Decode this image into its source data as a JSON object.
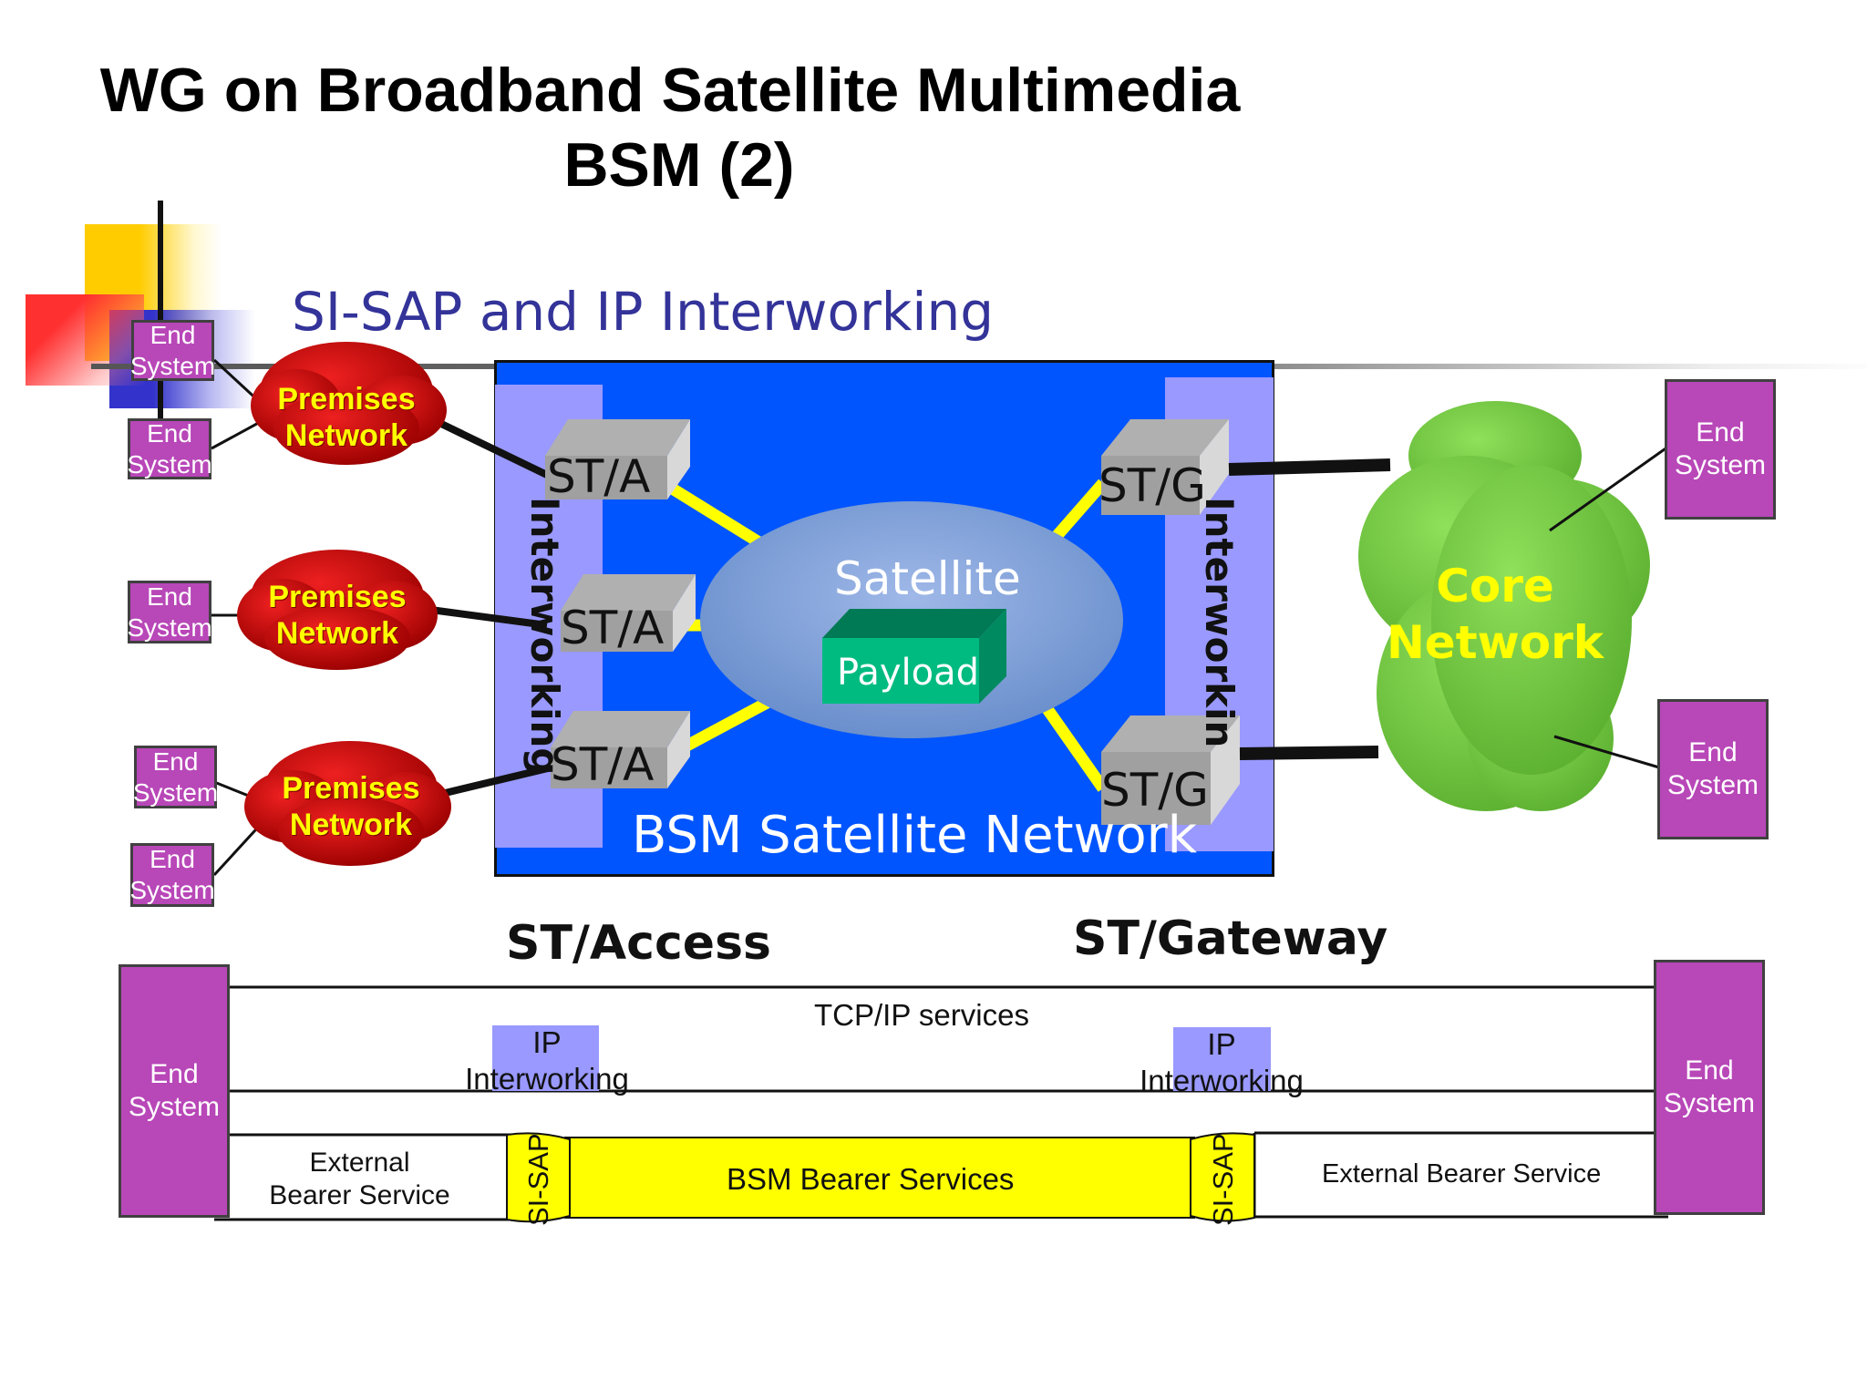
{
  "title": {
    "line1": "WG on Broadband Satellite Multimedia",
    "line2": "BSM (2)"
  },
  "subtitle": "SI-SAP and IP Interworking",
  "end_system_label": "End\nSystem",
  "left_end_systems": [
    "End System",
    "End System",
    "End System",
    "End System",
    "End System"
  ],
  "premises_networks": [
    {
      "line1": "Premises",
      "line2": "Network"
    },
    {
      "line1": "Premises",
      "line2": "Network"
    },
    {
      "line1": "Premises",
      "line2": "Network"
    }
  ],
  "bsm_network": {
    "label": "BSM Satellite Network",
    "interworking_left": "Interworking",
    "interworking_right": "Interworkin",
    "st_a": [
      "ST/A",
      "ST/A",
      "ST/A"
    ],
    "st_g": [
      "ST/G",
      "ST/G"
    ],
    "satellite": "Satellite",
    "payload": "Payload"
  },
  "core_network": {
    "line1": "Core",
    "line2": "Network"
  },
  "right_end_systems": [
    "End System",
    "End System"
  ],
  "protocol": {
    "st_access": "ST/Access",
    "st_gateway": "ST/Gateway",
    "tcpip": "TCP/IP services",
    "ip_interworking_left": {
      "line1": "IP",
      "line2": "Interworking"
    },
    "ip_interworking_right": {
      "line1": "IP",
      "line2": "Interworking"
    },
    "external_left": {
      "line1": "External",
      "line2": "Bearer Service"
    },
    "bsm_bearer": "BSM Bearer Services",
    "si_sap_left": "SI-SAP",
    "si_sap_right": "SI-SAP",
    "external_right": "External Bearer Service",
    "end_left": {
      "line1": "End",
      "line2": "System"
    },
    "end_right": {
      "line1": "End",
      "line2": "System"
    }
  },
  "colors": {
    "bsm_blue": "#0055ff",
    "interworking_band": "#9999ff",
    "end_system": "#b847b8",
    "premises_red": "#cc0000",
    "core_green": "#77cc44",
    "link_yellow": "#ffff00",
    "payload_green": "#00aa77",
    "subtitle": "#333399"
  }
}
